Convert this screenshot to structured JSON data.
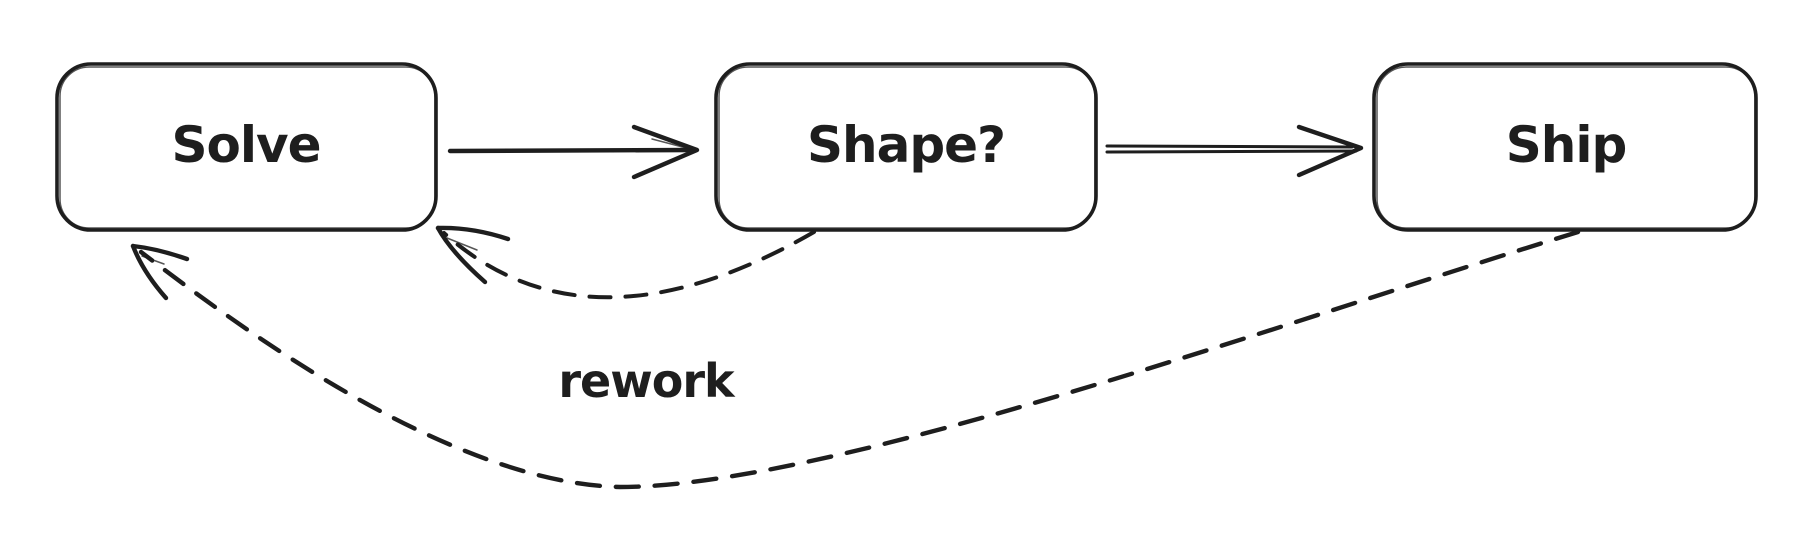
{
  "canvas": {
    "background": "#ffffff",
    "ink_color": "#1e1e1e",
    "style": "hand-drawn-whiteboard-sketch"
  },
  "diagram": {
    "nodes": [
      {
        "id": "solve",
        "label": "Solve"
      },
      {
        "id": "shape",
        "label": "Shape?"
      },
      {
        "id": "ship",
        "label": "Ship"
      }
    ],
    "edges": [
      {
        "from": "solve",
        "to": "shape",
        "line": "solid-single",
        "arrowhead": "open-v",
        "label": ""
      },
      {
        "from": "shape",
        "to": "ship",
        "line": "solid-double",
        "arrowhead": "open-v",
        "label": ""
      },
      {
        "from": "shape",
        "to": "solve",
        "line": "dashed-curve",
        "arrowhead": "open-v",
        "label": ""
      },
      {
        "from": "ship",
        "to": "solve",
        "line": "dashed-curve",
        "arrowhead": "open-v",
        "label": "rework"
      }
    ]
  }
}
